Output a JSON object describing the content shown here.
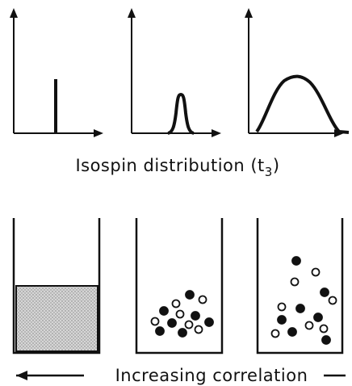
{
  "figure": {
    "top_caption": {
      "prefix": "Isospin distribution (t",
      "subscript": "3",
      "suffix": ")"
    },
    "bottom_caption": "Increasing correlation",
    "ink_color": "#111111",
    "fill_color": "#cfcfcf",
    "panels": [
      {
        "name": "delta-spike",
        "shape": "spike",
        "container": "uniform-filled"
      },
      {
        "name": "narrow-peak",
        "shape": "narrow-gaussian",
        "container": "few-particles"
      },
      {
        "name": "broad-peak",
        "shape": "broad-hump",
        "container": "scattered-particles"
      }
    ],
    "particle_legend": [
      "filled-particle",
      "open-particle"
    ]
  }
}
